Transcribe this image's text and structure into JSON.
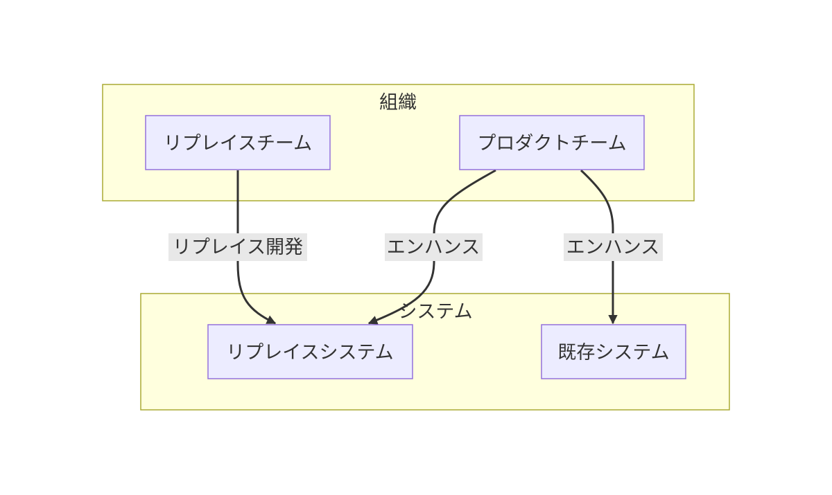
{
  "diagram": {
    "type": "flowchart",
    "clusters": {
      "organization": {
        "title": "組織"
      },
      "system": {
        "title": "システム"
      }
    },
    "nodes": {
      "replace_team": {
        "label": "リプレイスチーム"
      },
      "product_team": {
        "label": "プロダクトチーム"
      },
      "replace_system": {
        "label": "リプレイスシステム"
      },
      "existing_system": {
        "label": "既存システム"
      }
    },
    "edges": [
      {
        "from": "リプレイスチーム",
        "to": "リプレイスシステム",
        "label": "リプレイス開発"
      },
      {
        "from": "プロダクトチーム",
        "to": "リプレイスシステム",
        "label": "エンハンス"
      },
      {
        "from": "プロダクトチーム",
        "to": "既存システム",
        "label": "エンハンス"
      }
    ],
    "colors": {
      "cluster_fill": "#ffffde",
      "cluster_stroke": "#aaaa33",
      "node_fill": "#ececff",
      "node_stroke": "#9370db",
      "edge": "#333333",
      "edge_label_bg": "#e8e8e8",
      "text": "#333333"
    }
  }
}
